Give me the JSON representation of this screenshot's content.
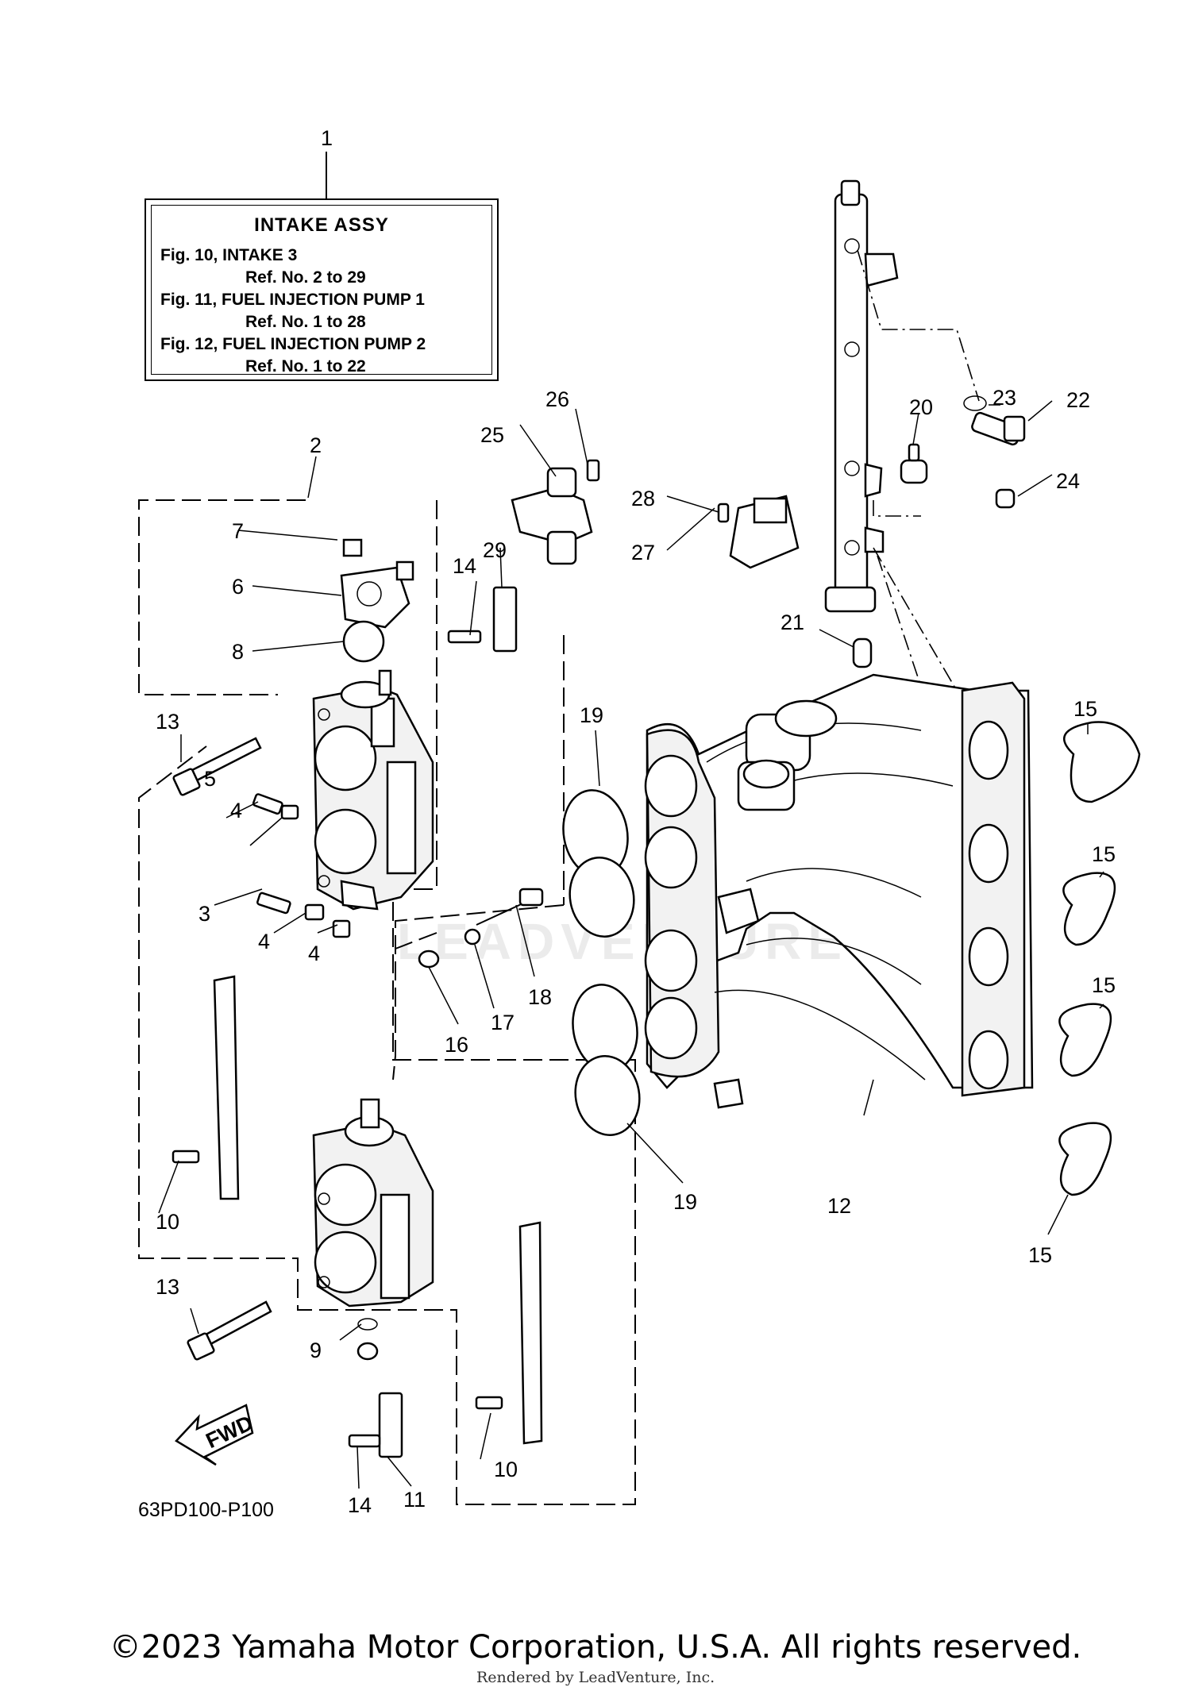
{
  "legend": {
    "title": "INTAKE ASSY",
    "lines": [
      "Fig. 10, INTAKE 3",
      "Ref. No. 2 to 29",
      "Fig. 11, FUEL INJECTION PUMP 1",
      "Ref. No. 1 to 28",
      "Fig. 12, FUEL INJECTION PUMP 2",
      "Ref. No. 1 to 22"
    ]
  },
  "callouts": {
    "c1": "1",
    "c2": "2",
    "c3": "3",
    "c4a": "4",
    "c4b": "4",
    "c4c": "4",
    "c5": "5",
    "c6": "6",
    "c7": "7",
    "c8": "8",
    "c9": "9",
    "c10a": "10",
    "c10b": "10",
    "c11": "11",
    "c12": "12",
    "c13a": "13",
    "c13b": "13",
    "c14a": "14",
    "c14b": "14",
    "c15a": "15",
    "c15b": "15",
    "c15c": "15",
    "c15d": "15",
    "c16": "16",
    "c17": "17",
    "c18": "18",
    "c19a": "19",
    "c19b": "19",
    "c20": "20",
    "c21": "21",
    "c22": "22",
    "c23": "23",
    "c24": "24",
    "c25": "25",
    "c26": "26",
    "c27": "27",
    "c28": "28",
    "c29": "29"
  },
  "fwd_label": "FWD",
  "watermark": "LEADVENTURE",
  "diagram_code": "63PD100-P100",
  "copyright": "©2023 Yamaha Motor Corporation, U.S.A. All rights reserved.",
  "rendered_by": "Rendered by LeadVenture, Inc."
}
